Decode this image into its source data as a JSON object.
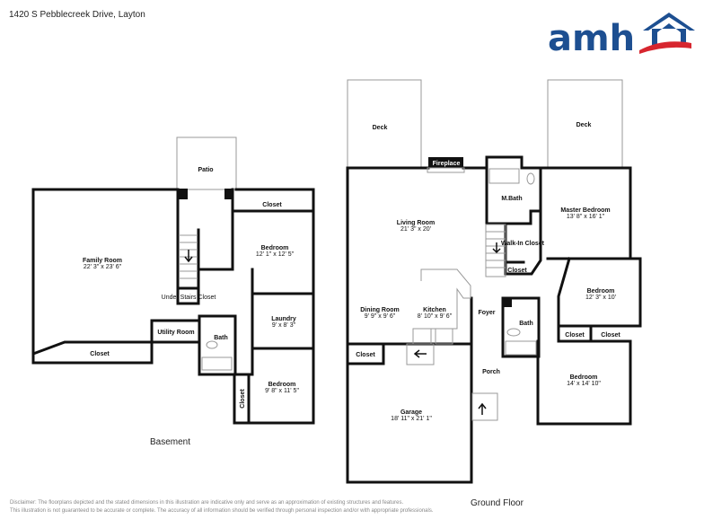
{
  "header": {
    "address": "1420 S Pebblecreek Drive, Layton",
    "logo_text": "amh",
    "logo_colors": {
      "blue": "#1d4f91",
      "red": "#d7262f"
    }
  },
  "basement": {
    "label": "Basement",
    "rooms": {
      "patio": {
        "name": "Patio"
      },
      "family": {
        "name": "Family Room",
        "dim": "22' 3\" x 23' 6\""
      },
      "closet_top": {
        "name": "Closet"
      },
      "bedroom1": {
        "name": "Bedroom",
        "dim": "12' 1\" x 12' 5\""
      },
      "under_stairs": {
        "name": "Under Stairs Closet"
      },
      "laundry": {
        "name": "Laundry",
        "dim": "9' x 8' 3\""
      },
      "utility": {
        "name": "Utility Room"
      },
      "bath": {
        "name": "Bath"
      },
      "closet_fam": {
        "name": "Closet"
      },
      "closet_side": {
        "name": "Closet"
      },
      "bedroom2": {
        "name": "Bedroom",
        "dim": "9' 8\" x 11' 5\""
      }
    }
  },
  "ground": {
    "label": "Ground Floor",
    "rooms": {
      "deck_left": {
        "name": "Deck"
      },
      "deck_right": {
        "name": "Deck"
      },
      "fireplace": {
        "name": "Fireplace"
      },
      "mbath": {
        "name": "M.Bath"
      },
      "master": {
        "name": "Master Bedroom",
        "dim": "13' 8\" x 16' 1\""
      },
      "living": {
        "name": "Living Room",
        "dim": "21' 3\" x 20'"
      },
      "walkin": {
        "name": "Walk-In Closet"
      },
      "closet_small": {
        "name": "Closet"
      },
      "bedroom_mid": {
        "name": "Bedroom",
        "dim": "12' 3\" x 10'"
      },
      "dining": {
        "name": "Dining Room",
        "dim": "9' 9\" x 9' 6\""
      },
      "kitchen": {
        "name": "Kitchen",
        "dim": "8' 10\" x 9' 6\""
      },
      "foyer": {
        "name": "Foyer"
      },
      "bath": {
        "name": "Bath"
      },
      "closet_a": {
        "name": "Closet"
      },
      "closet_b": {
        "name": "Closet"
      },
      "closet_c": {
        "name": "Closet"
      },
      "porch": {
        "name": "Porch"
      },
      "bedroom_low": {
        "name": "Bedroom",
        "dim": "14' x 14' 10\""
      },
      "garage": {
        "name": "Garage",
        "dim": "18' 11\" x 21' 1\""
      }
    }
  },
  "disclaimer": {
    "line1": "Disclaimer: The floorplans depicted and the stated dimensions in this illustration are indicative only and serve as an approximation of existing structures and features.",
    "line2": "This illustration is not guaranteed to be accurate or complete. The accuracy of all information should be verified through personal inspection and/or with appropriate professionals."
  }
}
